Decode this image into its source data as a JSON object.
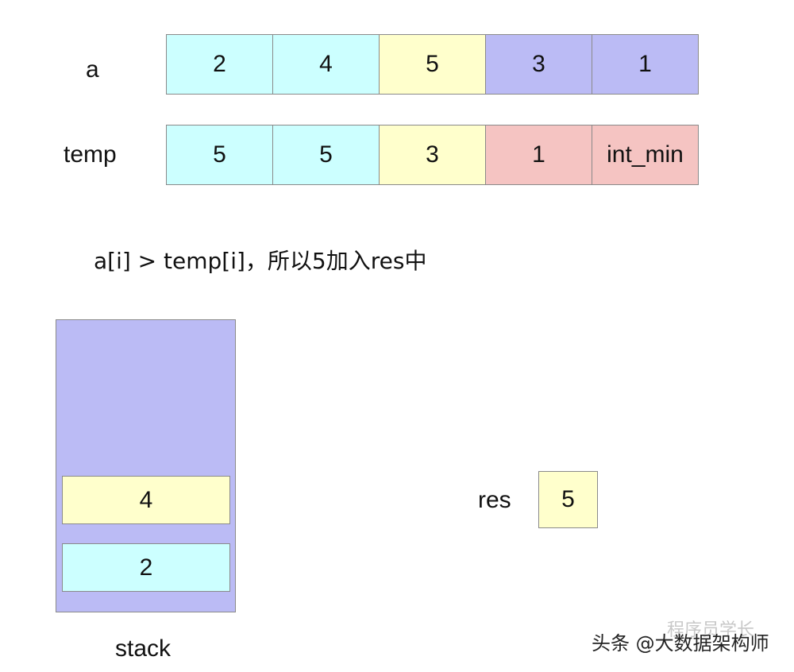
{
  "arrays": [
    {
      "label": "a",
      "cells": [
        {
          "text": "2",
          "color": "#ccffff"
        },
        {
          "text": "4",
          "color": "#ccffff"
        },
        {
          "text": "5",
          "color": "#ffffcc"
        },
        {
          "text": "3",
          "color": "#bbbbf5"
        },
        {
          "text": "1",
          "color": "#bbbbf5"
        }
      ]
    },
    {
      "label": "temp",
      "cells": [
        {
          "text": "5",
          "color": "#ccffff"
        },
        {
          "text": "5",
          "color": "#ccffff"
        },
        {
          "text": "3",
          "color": "#ffffcc"
        },
        {
          "text": "1",
          "color": "#f5c4c2"
        },
        {
          "text": "int_min",
          "color": "#f5c4c2"
        }
      ]
    }
  ],
  "caption": "a[i] > temp[i]，所以5加入res中",
  "stack": {
    "label": "stack",
    "color": "#bbbbf5",
    "items": [
      {
        "text": "4",
        "color": "#ffffcc"
      },
      {
        "text": "2",
        "color": "#ccffff"
      }
    ]
  },
  "res": {
    "label": "res",
    "value": "5",
    "color": "#ffffcc"
  },
  "watermark": "头条 @大数据架构师",
  "watermark_faint": "程序员学长"
}
